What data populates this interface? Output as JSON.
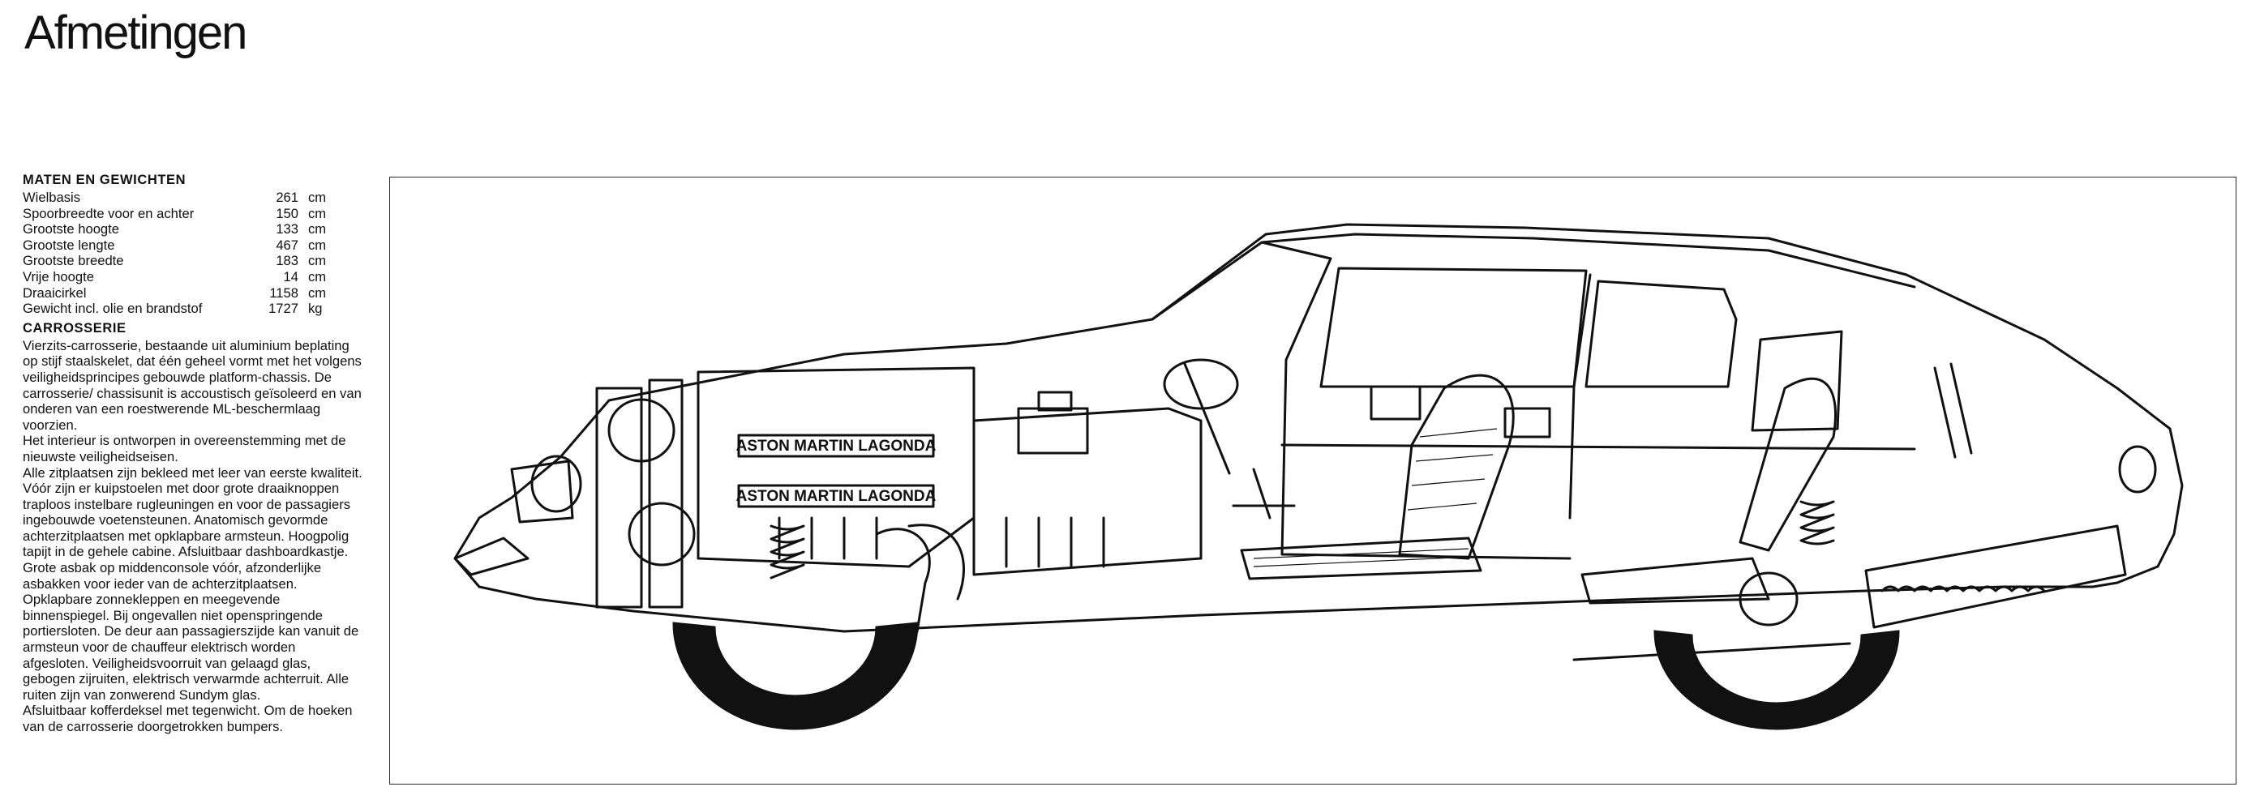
{
  "page": {
    "title": "Afmetingen"
  },
  "dimensions": {
    "heading": "MATEN EN GEWICHTEN",
    "rows": [
      {
        "label": "Wielbasis",
        "value": "261",
        "unit": "cm"
      },
      {
        "label": "Spoorbreedte voor en achter",
        "value": "150",
        "unit": "cm"
      },
      {
        "label": "Grootste hoogte",
        "value": "133",
        "unit": "cm"
      },
      {
        "label": "Grootste lengte",
        "value": "467",
        "unit": "cm"
      },
      {
        "label": "Grootste breedte",
        "value": "183",
        "unit": "cm"
      },
      {
        "label": "Vrije hoogte",
        "value": "14",
        "unit": "cm"
      },
      {
        "label": "Draaicirkel",
        "value": "1158",
        "unit": "cm"
      },
      {
        "label": "Gewicht incl. olie en brandstof",
        "value": "1727",
        "unit": "kg"
      }
    ]
  },
  "bodywork": {
    "heading": "CARROSSERIE",
    "paragraphs": [
      "Vierzits-carrosserie, bestaande uit aluminium beplating op stijf staalskelet, dat één geheel vormt met het volgens veiligheidsprincipes gebouwde platform-chassis. De carrosserie/ chassisunit is accoustisch geïsoleerd en van onderen van een roestwerende ML-beschermlaag voorzien.",
      "Het interieur is ontworpen in overeenstemming met de nieuwste veiligheidseisen.",
      "Alle zitplaatsen zijn bekleed met leer van eerste kwaliteit. Vóór zijn er kuipstoelen met door grote draaiknoppen traploos instelbare rugleuningen en voor de passagiers ingebouwde voetensteunen. Anatomisch gevormde achterzitplaatsen met opklapbare armsteun. Hoogpolig tapijt in de gehele cabine. Afsluitbaar dashboardkastje. Grote asbak op middenconsole vóór, afzonderlijke asbakken voor ieder van de achterzitplaatsen.",
      "Opklapbare zonnekleppen en meegevende binnenspiegel. Bij ongevallen niet openspringende portiersloten. De deur aan passagierszijde kan vanuit de armsteun voor de chauffeur elektrisch worden afgesloten. Veiligheidsvoorruit van gelaagd glas, gebogen zijruiten, elektrisch verwarmde achterruit. Alle ruiten zijn van zonwerend Sundym glas.",
      "Afsluitbaar kofferdeksel met tegenwicht. Om de hoeken van de carrosserie doorgetrokken bumpers."
    ]
  },
  "figure": {
    "engine_label_upper": "ASTON MARTIN LAGONDA",
    "engine_label_lower": "ASTON MARTIN LAGONDA"
  }
}
